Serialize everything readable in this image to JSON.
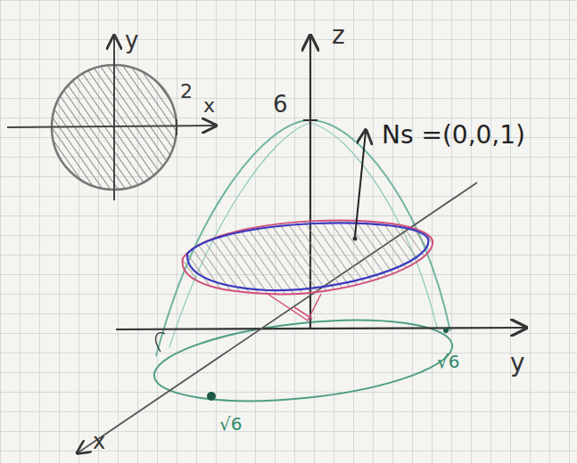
{
  "diagram": {
    "labels": [
      "y",
      "2",
      "x",
      "z",
      "6",
      "Ns =(0,0,1)",
      "y",
      "√6",
      "x",
      "√6"
    ]
  }
}
